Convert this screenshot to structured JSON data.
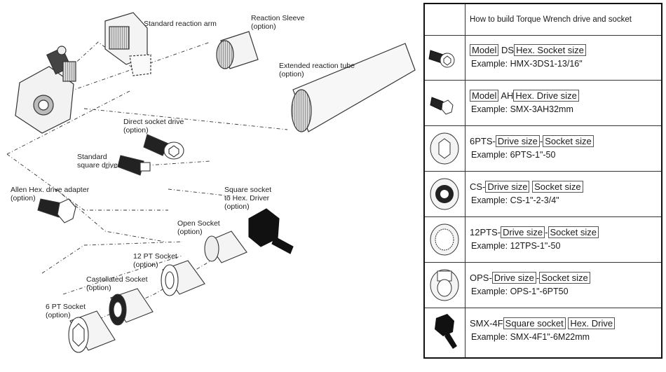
{
  "diagram": {
    "labels": {
      "standard_reaction_arm": [
        "Standard reaction arm"
      ],
      "reaction_sleeve": [
        "Reaction Sleeve",
        "(option)"
      ],
      "extended_reaction_tube": [
        "Extended reaction tube",
        "(option)"
      ],
      "direct_socket_drive": [
        "Direct socket drive",
        "(option)"
      ],
      "standard_square_drive": [
        "Standard",
        "square drive"
      ],
      "allen_hex_adapter": [
        "Allen Hex. drive adapter",
        "(option)"
      ],
      "square_socket_hex": [
        "Square socket",
        "to Hex. Driver",
        "(option)"
      ],
      "open_socket": [
        "Open Socket",
        "(option)"
      ],
      "pt12_socket": [
        "12 PT Socket",
        "(option)"
      ],
      "castellated_socket": [
        "Castellated Socket",
        "(option)"
      ],
      "pt6_socket": [
        "6 PT Socket",
        "(option)"
      ]
    }
  },
  "table": {
    "header": "How to build Torque Wrench drive and socket",
    "rows": [
      {
        "icon": "hex-socket-drive-icon",
        "prefix": "",
        "model_box": "Model",
        "mid": " DS",
        "box1": "Hex. Socket size",
        "sep": "",
        "box2": "",
        "example": "Example: HMX-3DS1-13/16\""
      },
      {
        "icon": "allen-hex-drive-icon",
        "prefix": "",
        "model_box": "Model",
        "mid": " AH",
        "box1": "Hex. Drive size",
        "sep": "",
        "box2": "",
        "example": "Example: SMX-3AH32mm"
      },
      {
        "icon": "6pt-socket-icon",
        "prefix": "6PTS-",
        "model_box": "",
        "mid": "",
        "box1": "Drive size",
        "sep": "-",
        "box2": "Socket size",
        "example": "Example: 6PTS-1\"-50"
      },
      {
        "icon": "castellated-socket-icon",
        "prefix": "CS-",
        "model_box": "",
        "mid": "",
        "box1": "Drive size",
        "sep": " ",
        "box2": "Socket size",
        "example": "Example: CS-1\"-2-3/4\""
      },
      {
        "icon": "12pt-socket-icon",
        "prefix": "12PTS-",
        "model_box": "",
        "mid": "",
        "box1": "Drive size",
        "sep": "-",
        "box2": "Socket size",
        "example": "Example: 12TPS-1\"-50"
      },
      {
        "icon": "open-socket-icon",
        "prefix": "OPS-",
        "model_box": "",
        "mid": "",
        "box1": "Drive size",
        "sep": "-",
        "box2": "Socket size",
        "example": "Example: OPS-1\"-6PT50"
      },
      {
        "icon": "square-socket-hex-icon",
        "prefix": "SMX-4F",
        "model_box": "",
        "mid": "",
        "box1": "Square socket",
        "sep": " ",
        "box2": "Hex. Drive",
        "example": "Example: SMX-4F1\"-6M22mm"
      }
    ]
  }
}
